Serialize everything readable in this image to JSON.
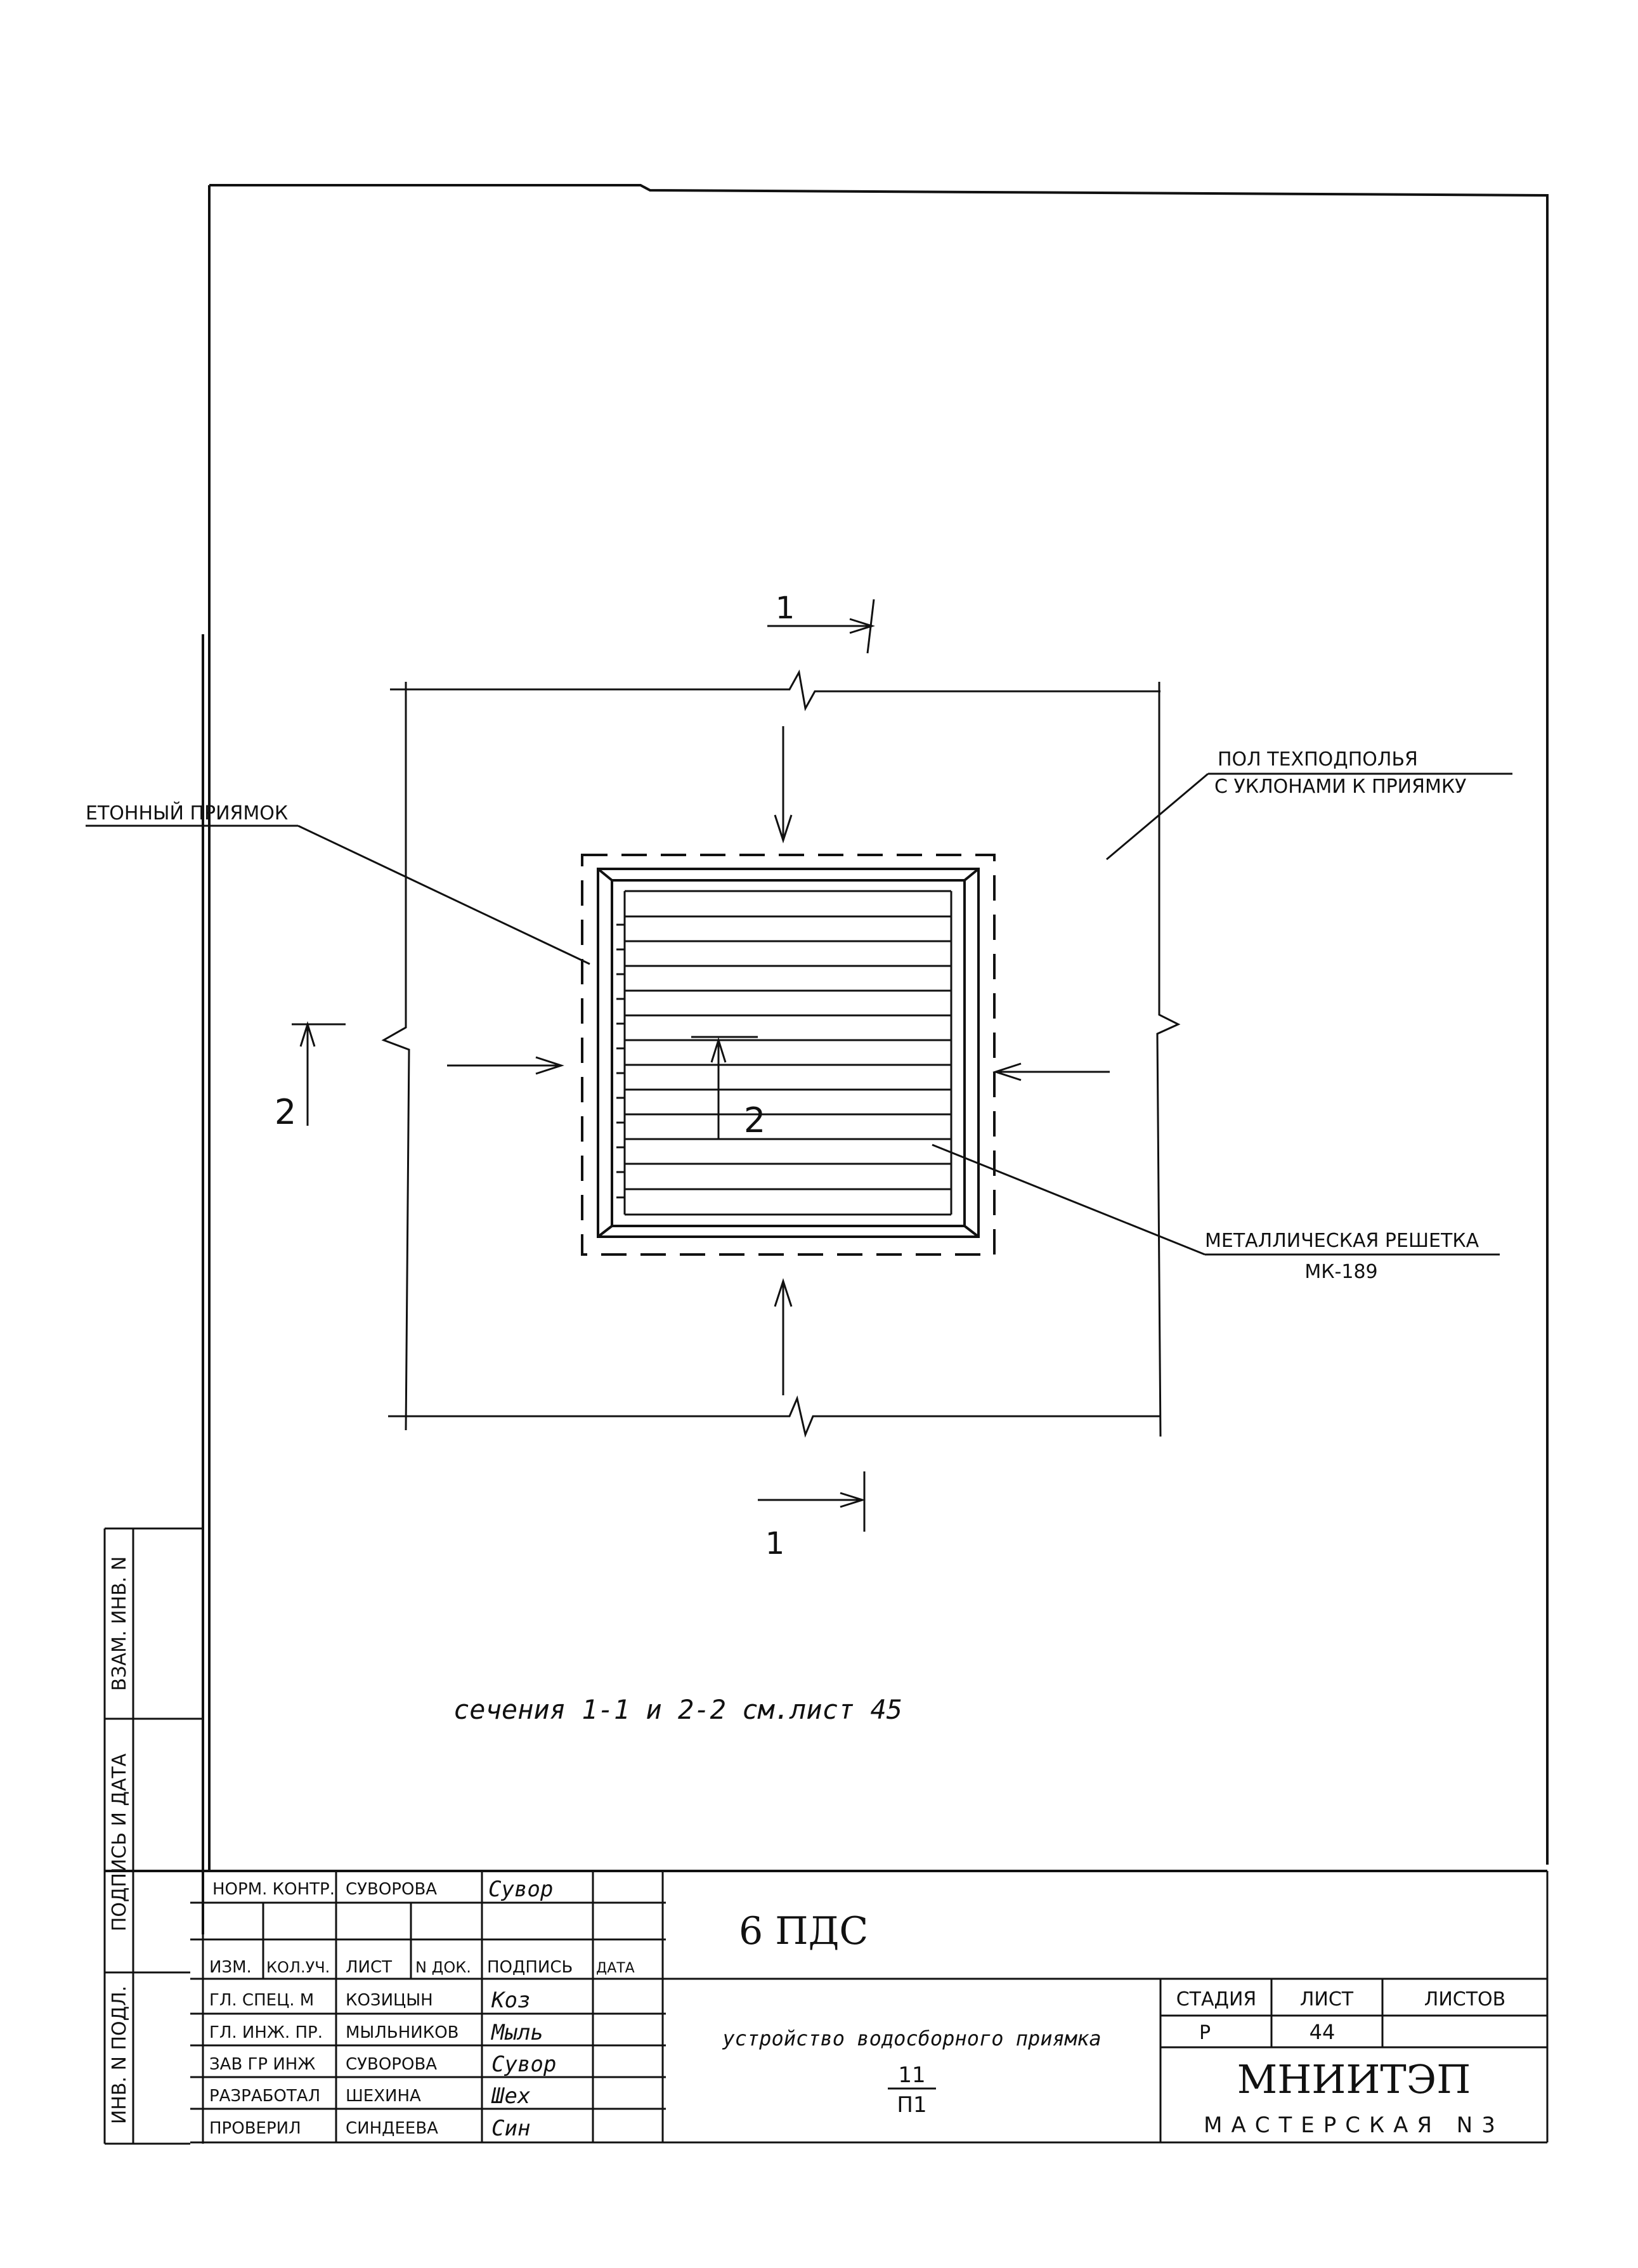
{
  "drawing": {
    "section_mark_1": "1",
    "section_mark_2": "2",
    "label_left": "ЕТОННЫЙ ПРИЯМОК",
    "label_floor_line1": "ПОЛ ТЕХПОДПОЛЬЯ",
    "label_floor_line2": "С УКЛОНАМИ К ПРИЯМКУ",
    "label_grate_line1": "МЕТАЛЛИЧЕСКАЯ РЕШЕТКА",
    "label_grate_line2": "МК-189",
    "note": "сечения 1-1 и 2-2 см.лист 45"
  },
  "side_stamp": {
    "vzam_inv": "ВЗАМ. ИНВ. N",
    "podpis_data": "ПОДПИСЬ И ДАТА",
    "inv_podl": "ИНВ. N ПОДЛ."
  },
  "title_block": {
    "norm_kontr_label": "НОРМ. КОНТР.",
    "norm_kontr_name": "СУВОРОВА",
    "norm_kontr_sign": "Сувор",
    "header": {
      "izm": "ИЗМ.",
      "kol_uch": "КОЛ.УЧ.",
      "list": "ЛИСТ",
      "n_dok": "N ДОК.",
      "podpis": "ПОДПИСЬ",
      "data": "ДАТА"
    },
    "rows": [
      {
        "role": "ГЛ. СПЕЦ. М",
        "name": "КОЗИЦЫН",
        "sign": "Коз"
      },
      {
        "role": "ГЛ. ИНЖ. ПР.",
        "name": "МЫЛЬНИКОВ",
        "sign": "Мыль"
      },
      {
        "role": "ЗАВ ГР ИНЖ",
        "name": "СУВОРОВА",
        "sign": "Сувор"
      },
      {
        "role": "РАЗРАБОТАЛ",
        "name": "ШЕХИНА",
        "sign": "Шех"
      },
      {
        "role": "ПРОВЕРИЛ",
        "name": "СИНДЕЕВА",
        "sign": "Син"
      }
    ],
    "project_code": "6 ПДС",
    "sheet_title": "устройство водосборного приямка",
    "fraction_top": "11",
    "fraction_bottom": "П1",
    "stage_label": "СТАДИЯ",
    "sheet_label": "ЛИСТ",
    "sheets_label": "ЛИСТОВ",
    "stage_value": "Р",
    "sheet_value": "44",
    "sheets_value": "",
    "org_name": "МНИИТЭП",
    "org_dept": "МАСТЕРСКАЯ N3"
  }
}
